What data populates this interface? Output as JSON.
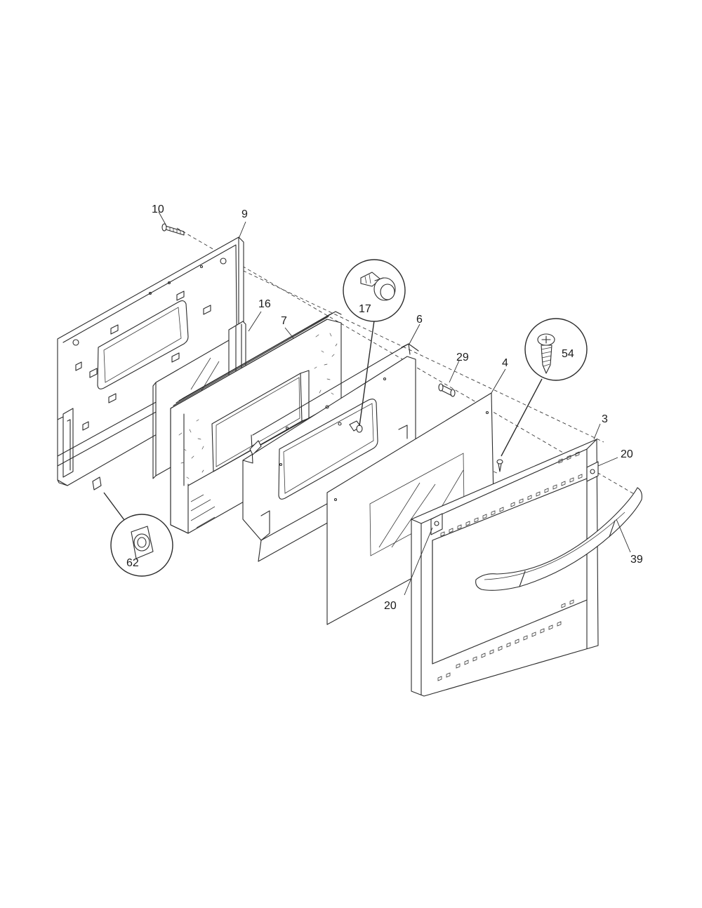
{
  "callouts": {
    "c10": "10",
    "c9": "9",
    "c16": "16",
    "c7": "7",
    "c17": "17",
    "c6": "6",
    "c29": "29",
    "c4": "4",
    "c54": "54",
    "c3": "3",
    "c20a": "20",
    "c39": "39",
    "c20b": "20",
    "c62": "62"
  }
}
